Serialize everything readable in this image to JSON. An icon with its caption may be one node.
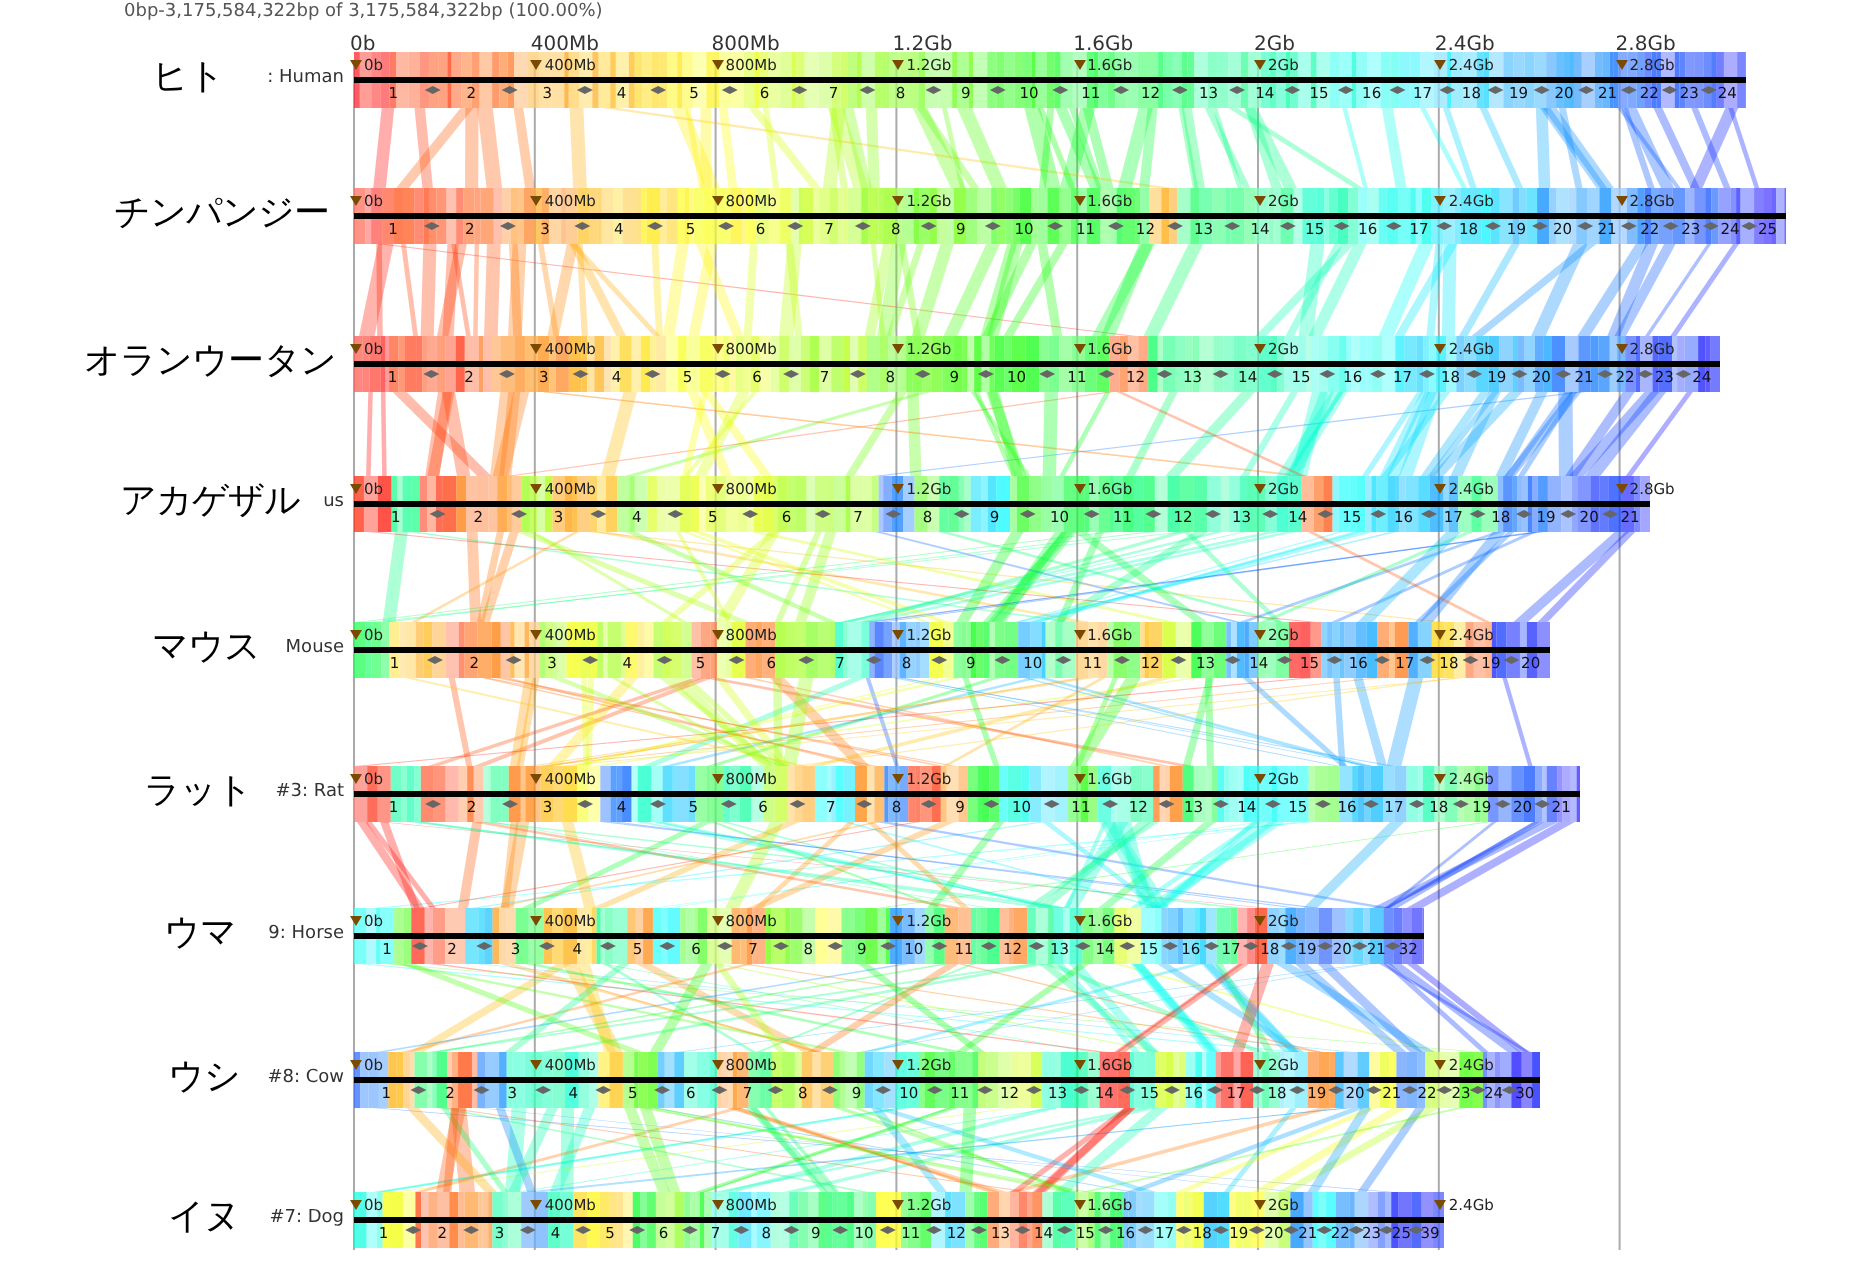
{
  "diagram": {
    "title": "0bp-3,175,584,322bp of 3,175,584,322bp (100.00%)",
    "nodes": [
      {
        "text": [
          "ヒト",
          ": Human",
          "0b",
          "400Mb",
          "800Mb",
          "1.2Gb",
          "1.6Gb",
          "2Gb",
          "2.4Gb",
          "2.8Gb",
          "1",
          "2",
          "3",
          "4",
          "5",
          "6",
          "7",
          "8",
          "9",
          "10",
          "11",
          "12",
          "13",
          "14",
          "15",
          "16",
          "17",
          "18",
          "19",
          "20",
          "21",
          "22",
          "23",
          "24"
        ]
      },
      {
        "text": [
          "チンパンジー",
          "0b",
          "400Mb",
          "800Mb",
          "1.2Gb",
          "1.6Gb",
          "2Gb",
          "2.4Gb",
          "2.8Gb",
          "1",
          "2",
          "3",
          "4",
          "5",
          "6",
          "7",
          "8",
          "9",
          "10",
          "11",
          "12",
          "13",
          "14",
          "15",
          "16",
          "17",
          "18",
          "19",
          "20",
          "21",
          "22",
          "23",
          "24",
          "25"
        ]
      },
      {
        "text": [
          "オランウータン",
          "0b",
          "400Mb",
          "800Mb",
          "1.2Gb",
          "1.6Gb",
          "2Gb",
          "2.4Gb",
          "2.8Gb",
          "1",
          "2",
          "3",
          "4",
          "5",
          "6",
          "7",
          "8",
          "9",
          "10",
          "11",
          "12",
          "13",
          "14",
          "15",
          "16",
          "17",
          "18",
          "19",
          "20",
          "21",
          "22",
          "23",
          "24"
        ]
      },
      {
        "text": [
          "アカゲザル",
          "us",
          "0b",
          "400Mb",
          "800Mb",
          "1.2Gb",
          "1.6Gb",
          "2Gb",
          "2.4Gb",
          "2.8Gb",
          "1",
          "2",
          "3",
          "4",
          "5",
          "6",
          "7",
          "8",
          "9",
          "10",
          "11",
          "12",
          "13",
          "14",
          "15",
          "16",
          "17",
          "18",
          "19",
          "20",
          "21"
        ]
      },
      {
        "text": [
          "マウス",
          "Mouse",
          "0b",
          "400Mb",
          "800Mb",
          "1.2Gb",
          "1.6Gb",
          "2Gb",
          "2.4Gb",
          "1",
          "2",
          "3",
          "4",
          "5",
          "6",
          "7",
          "8",
          "9",
          "10",
          "11",
          "12",
          "13",
          "14",
          "15",
          "16",
          "17",
          "18",
          "19",
          "20"
        ]
      },
      {
        "text": [
          "ラット",
          "#3: Rat",
          "0b",
          "400Mb",
          "800Mb",
          "1.2Gb",
          "1.6Gb",
          "2Gb",
          "2.4Gb",
          "1",
          "2",
          "3",
          "4",
          "5",
          "6",
          "7",
          "8",
          "9",
          "10",
          "11",
          "12",
          "13",
          "14",
          "15",
          "16",
          "17",
          "18",
          "19",
          "20",
          "21"
        ]
      },
      {
        "text": [
          "ウマ",
          "9: Horse",
          "0b",
          "400Mb",
          "800Mb",
          "1.2Gb",
          "1.6Gb",
          "2Gb",
          "1",
          "2",
          "3",
          "4",
          "5",
          "6",
          "7",
          "8",
          "9",
          "10",
          "11",
          "12",
          "13",
          "14",
          "15",
          "16",
          "17",
          "18",
          "19",
          "20",
          "21",
          "32"
        ]
      },
      {
        "text": [
          "ウシ",
          "#8: Cow",
          "0b",
          "400Mb",
          "800Mb",
          "1.2Gb",
          "1.6Gb",
          "2Gb",
          "2.4Gb",
          "1",
          "2",
          "3",
          "4",
          "5",
          "6",
          "7",
          "8",
          "9",
          "10",
          "11",
          "12",
          "13",
          "14",
          "15",
          "16",
          "17",
          "18",
          "19",
          "20",
          "21",
          "22",
          "23",
          "24",
          "30"
        ]
      },
      {
        "text": [
          "イヌ",
          "#7: Dog",
          "0b",
          "400Mb",
          "800Mb",
          "1.2Gb",
          "1.6Gb",
          "2Gb",
          "2.4Gb",
          "1",
          "2",
          "3",
          "4",
          "5",
          "6",
          "7",
          "8",
          "9",
          "10",
          "11",
          "12",
          "13",
          "14",
          "15",
          "16",
          "17",
          "18",
          "19",
          "20",
          "21",
          "22",
          "23",
          "25",
          "39"
        ]
      }
    ],
    "edges": [
      {
        "from": 0,
        "to": 1,
        "arrow": "none"
      },
      {
        "from": 1,
        "to": 2,
        "arrow": "none"
      },
      {
        "from": 2,
        "to": 3,
        "arrow": "none"
      },
      {
        "from": 3,
        "to": 4,
        "arrow": "none"
      },
      {
        "from": 4,
        "to": 5,
        "arrow": "none"
      },
      {
        "from": 5,
        "to": 6,
        "arrow": "none"
      },
      {
        "from": 6,
        "to": 7,
        "arrow": "none"
      },
      {
        "from": 7,
        "to": 8,
        "arrow": "none"
      }
    ],
    "labels": [
      "0b",
      "400Mb",
      "800Mb",
      "1.2Gb",
      "1.6Gb",
      "2Gb",
      "2.4Gb",
      "2.8Gb"
    ]
  }
}
